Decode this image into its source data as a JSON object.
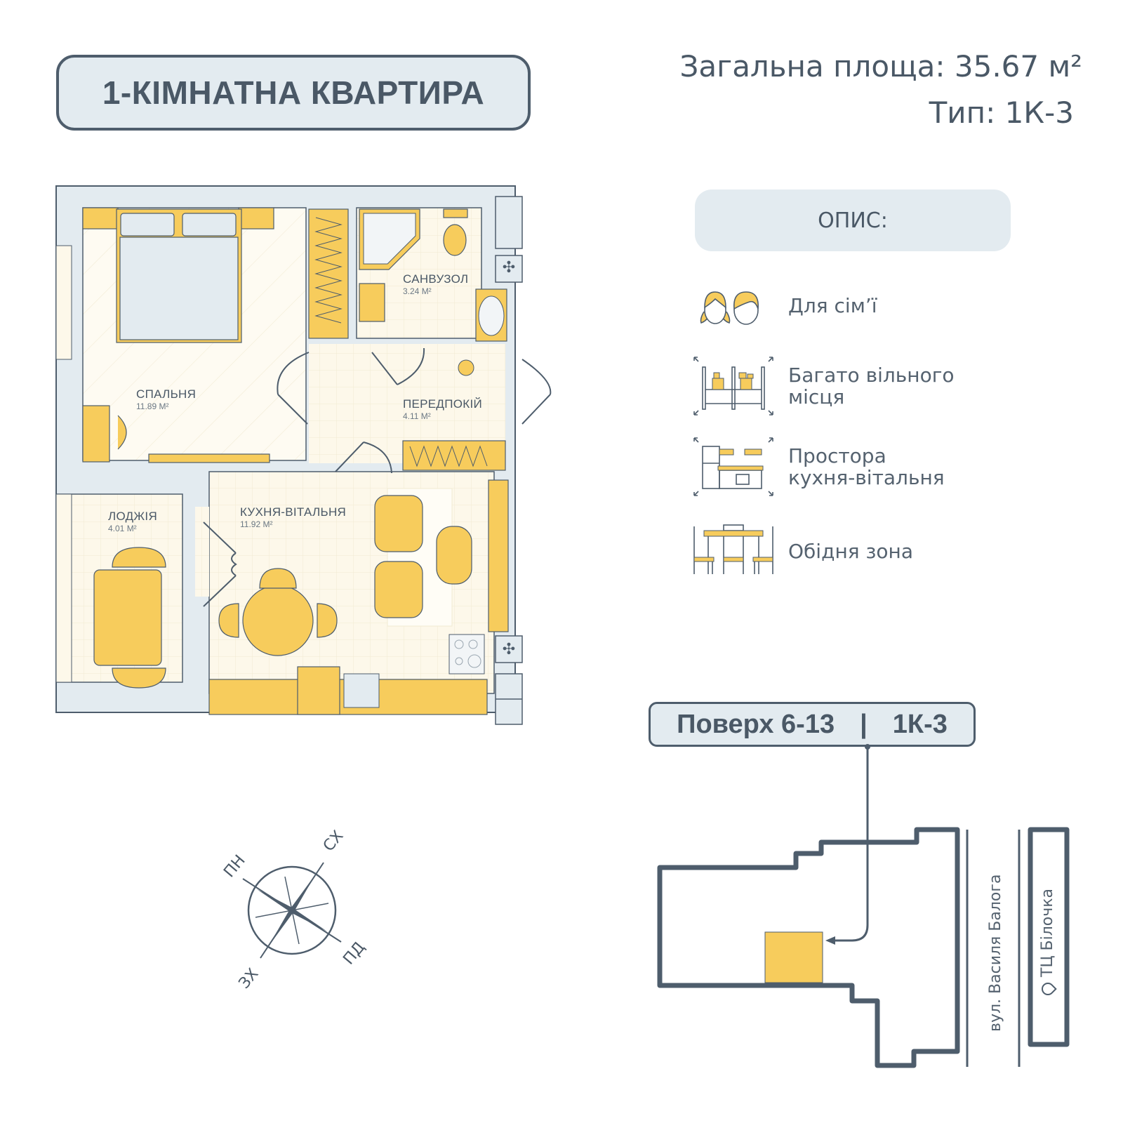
{
  "header": {
    "title": "1-КІМНАТНА КВАРТИРА",
    "total_area": "Загальна площа: 35.67 м²",
    "type": "Тип: 1К-3"
  },
  "description": {
    "heading": "ОПИС:",
    "features": [
      {
        "icon": "family-icon",
        "label": "Для сім’ї"
      },
      {
        "icon": "storage-space-icon",
        "label": "Багато вільного\nмісця"
      },
      {
        "icon": "kitchen-living-icon",
        "label": "Простора\nкухня-вітальня"
      },
      {
        "icon": "dining-table-icon",
        "label": "Обідня зона"
      }
    ]
  },
  "floorplan": {
    "rooms": [
      {
        "name": "СПАЛЬНЯ",
        "area": "11.89 М²"
      },
      {
        "name": "САНВУЗОЛ",
        "area": "3.24 М²"
      },
      {
        "name": "ПЕРЕДПОКІЙ",
        "area": "4.11 М²"
      },
      {
        "name": "ЛОДЖІЯ",
        "area": "4.01 М²"
      },
      {
        "name": "КУХНЯ-ВІТАЛЬНЯ",
        "area": "11.92 М²"
      }
    ],
    "colors": {
      "wall": "#e3ebf0",
      "outline": "#4e5d6c",
      "furniture": "#f7cc5c",
      "floor": "#fdf8ea"
    }
  },
  "compass": {
    "north": "ПН",
    "east": "СХ",
    "south": "ПД",
    "west": "ЗХ"
  },
  "location": {
    "floor_label": "Поверх 6-13",
    "separator": "|",
    "unit_type": "1К-3",
    "street": "вул. Василя Балога",
    "landmark": "ТЦ Білочка"
  }
}
